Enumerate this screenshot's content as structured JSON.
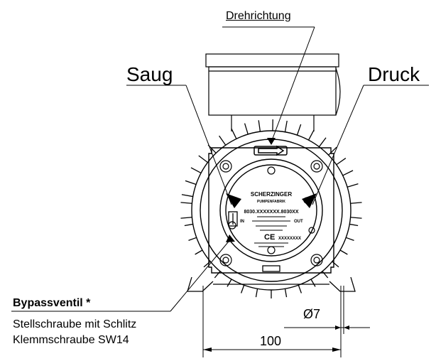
{
  "labels": {
    "drehrichtung": "Drehrichtung",
    "saug": "Saug",
    "druck": "Druck",
    "bypass_title": "Bypassventil *",
    "bypass_line1": "Stellschraube mit Schlitz",
    "bypass_line2": "Klemmschraube SW14",
    "dim_diameter": "Ø7",
    "dim_width": "100"
  },
  "nameplate": {
    "brand": "SCHERZINGER",
    "sub": "PUMPENFABRIK",
    "model": "8030.XXXXXXX.8030XX",
    "in_label": "IN",
    "out_label": "OUT",
    "ce": "CE",
    "serial": "XXXXXXXX"
  },
  "colors": {
    "line": "#000000",
    "background": "#ffffff"
  }
}
